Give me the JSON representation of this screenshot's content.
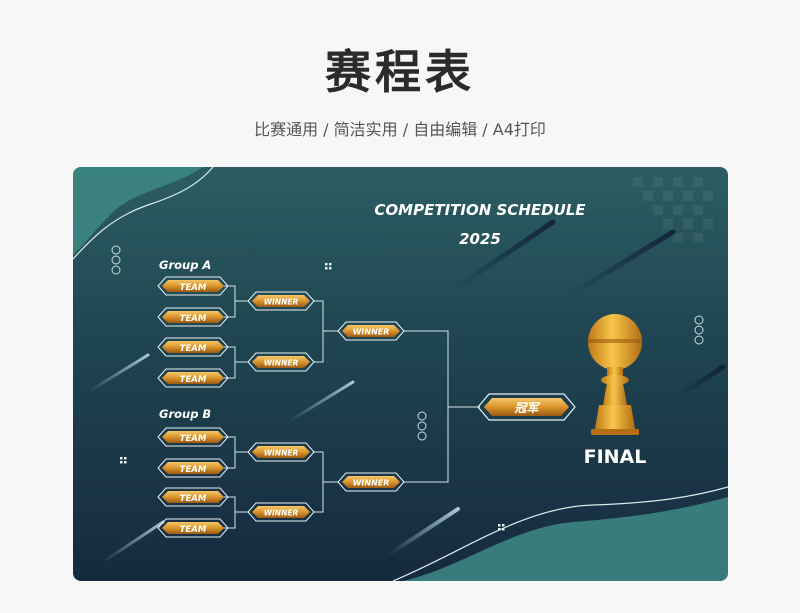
{
  "page": {
    "title": "赛程表",
    "subtitle": "比赛通用 / 简洁实用 / 自由编辑 / A4打印"
  },
  "poster": {
    "heading_line1": "COMPETITION SCHEDULE",
    "heading_line2": "2025",
    "group_a_label": "Group  A",
    "group_b_label": "Group  B",
    "team_label": "TEAM",
    "winner_label": "WINNER",
    "champion_label": "冠军",
    "final_label": "FINAL",
    "colors": {
      "gold": "#d9952b",
      "gold_light": "#f4c24f",
      "bg_top": "#2d5d63",
      "bg_bottom": "#16293f",
      "accent_teal": "#3e8a85"
    }
  }
}
